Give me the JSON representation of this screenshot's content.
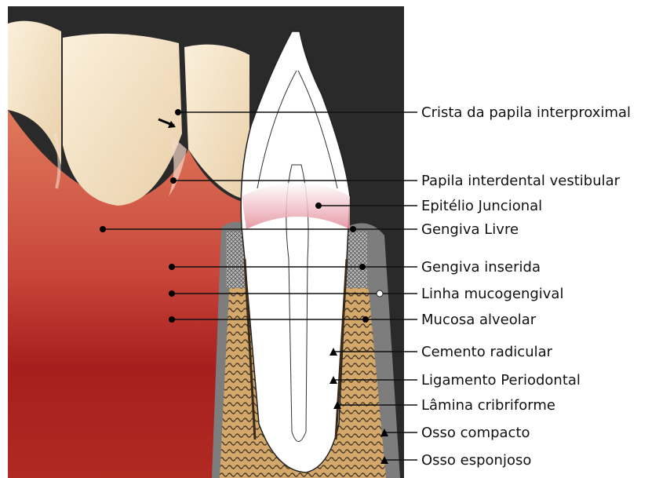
{
  "labels": {
    "l1": "Crista da papila interproximal",
    "l2": "Papila interdental vestibular",
    "l3": "Epitélio Juncional",
    "l4": "Gengiva Livre",
    "l5": "Gengiva inserida",
    "l6": "Linha mucogengival",
    "l7": "Mucosa alveolar",
    "l8": "Cemento radicular",
    "l9": "Ligamento Periodontal",
    "l10": "Lâmina cribriforme",
    "l11": "Osso compacto",
    "l12": "Osso esponjoso"
  },
  "colors": {
    "frame_background": "#2a2a2a",
    "gingiva": "#c8453a",
    "mucosa": "#a81e1e",
    "tooth_crown": "#f5e3c8",
    "enamel_section": "#ffffff",
    "bone": "#d9b07a",
    "cortical_gray": "#8a8a8a",
    "junctional_epithelium": "#e8a0a8"
  }
}
